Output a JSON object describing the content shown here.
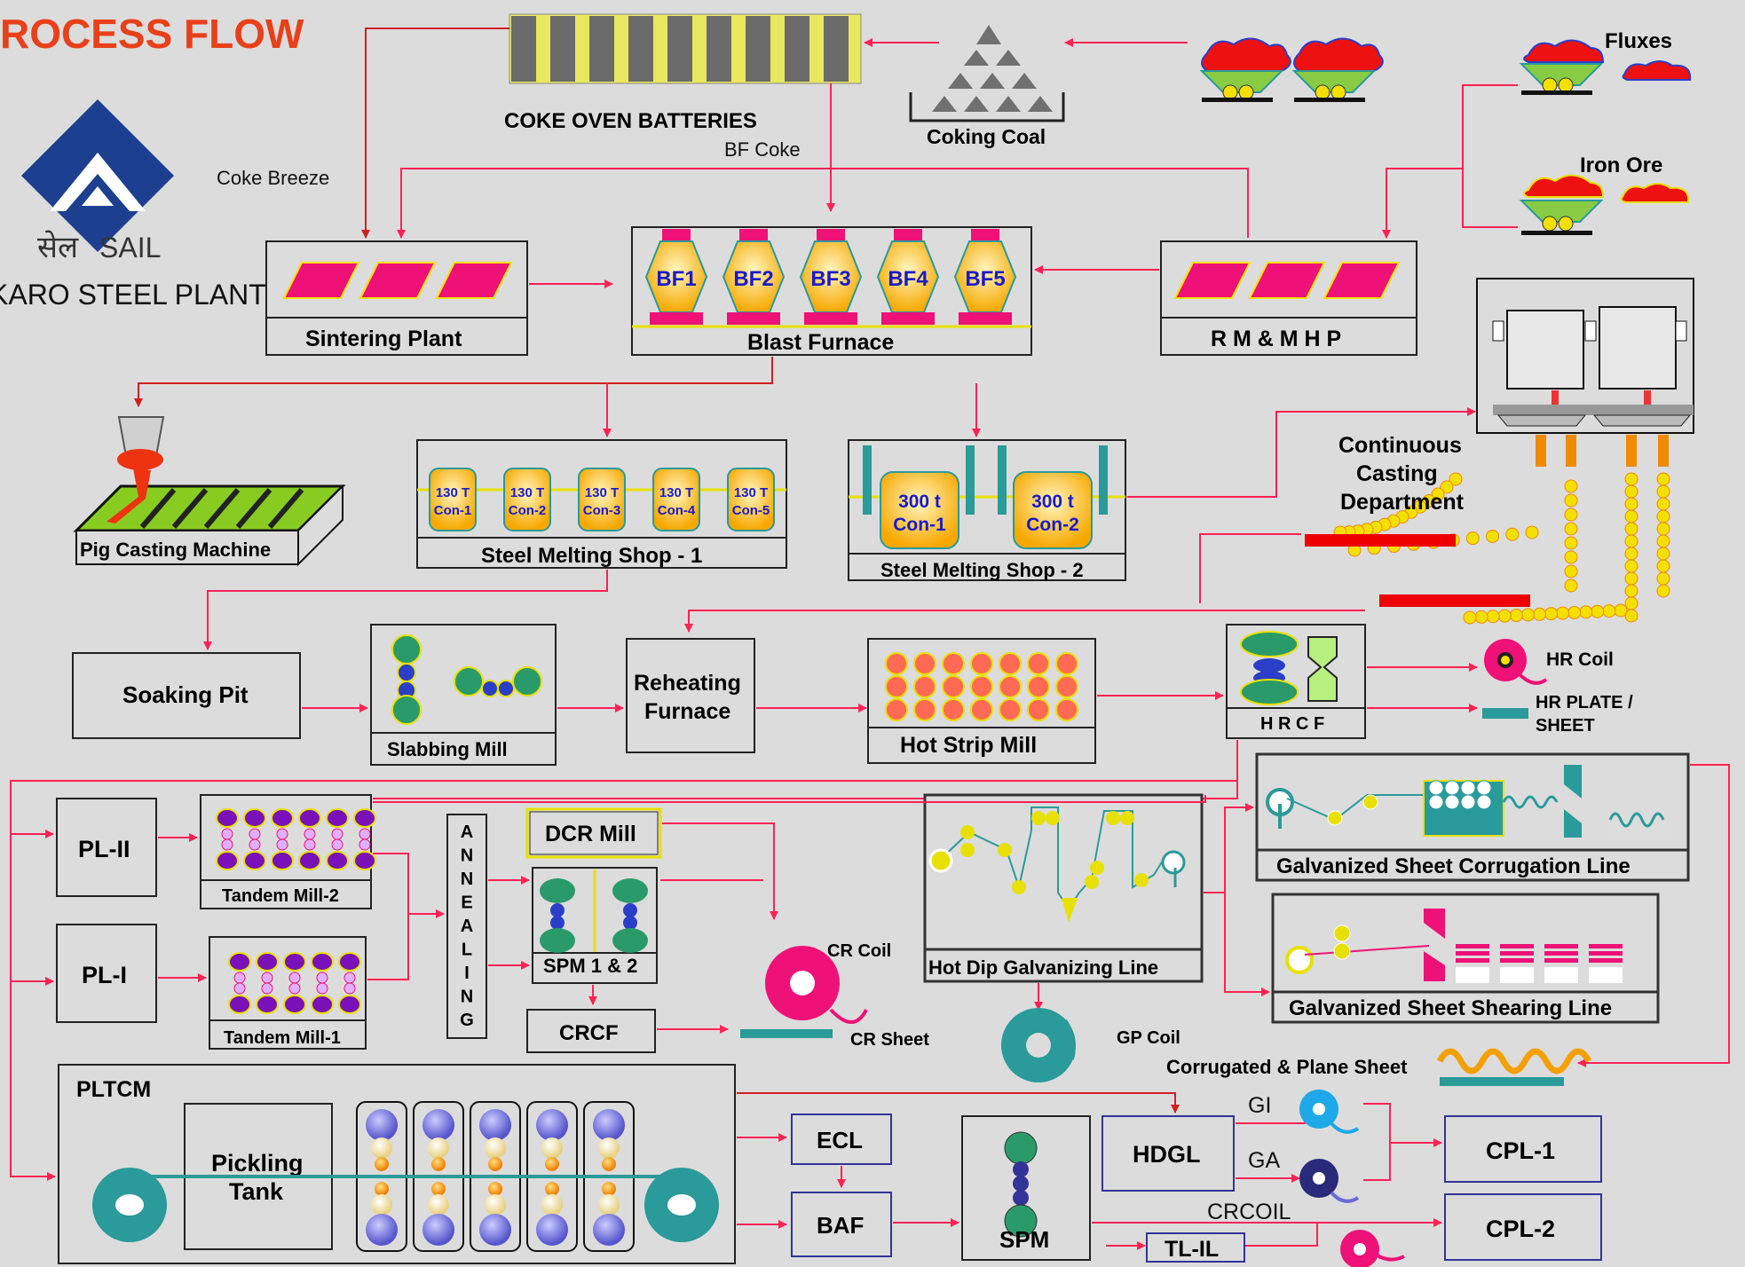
{
  "header": {
    "title": "ROCESS FLOW",
    "logo_hindi": "सेल",
    "logo_english": "SAIL",
    "plant_name": "KARO STEEL PLANT"
  },
  "colors": {
    "background": "#dcdcdc",
    "title_red": "#e8401a",
    "flow_arrow": "#ff2255",
    "logo_blue": "#1c3f8f",
    "magenta": "#ee1177",
    "bf_text": "#1a1ac8",
    "furnace_gold": "#ffc83c",
    "teal": "#2a9a9a"
  },
  "raw_materials": {
    "coke_oven": "COKE OVEN BATTERIES",
    "bf_coke": "BF Coke",
    "coking_coal": "Coking Coal",
    "coke_breeze": "Coke Breeze",
    "fluxes": "Fluxes",
    "iron_ore": "Iron Ore"
  },
  "units": {
    "sintering": "Sintering Plant",
    "blast_furnace": "Blast Furnace",
    "bf_labels": [
      "BF1",
      "BF2",
      "BF3",
      "BF4",
      "BF5"
    ],
    "rmmhp": "R M & M H P",
    "pig_casting": "Pig Casting Machine",
    "sms1": "Steel Melting Shop - 1",
    "sms1_converters": [
      {
        "t": "130 T",
        "c": "Con-1"
      },
      {
        "t": "130 T",
        "c": "Con-2"
      },
      {
        "t": "130 T",
        "c": "Con-3"
      },
      {
        "t": "130 T",
        "c": "Con-4"
      },
      {
        "t": "130 T",
        "c": "Con-5"
      }
    ],
    "sms2": "Steel Melting Shop - 2",
    "sms2_converters": [
      {
        "t": "300 t",
        "c": "Con-1"
      },
      {
        "t": "300 t",
        "c": "Con-2"
      }
    ],
    "ccd_lines": [
      "Continuous",
      "Casting",
      "Department"
    ],
    "soaking_pit": "Soaking Pit",
    "slabbing_mill": "Slabbing Mill",
    "reheating_lines": [
      "Reheating",
      "Furnace"
    ],
    "hot_strip_mill": "Hot Strip Mill",
    "hrcf": "H R C F",
    "hr_coil": "HR Coil",
    "hr_plate_lines": [
      "HR PLATE /",
      "SHEET"
    ],
    "pl2": "PL-II",
    "pl1": "PL-I",
    "tandem2": "Tandem Mill-2",
    "tandem1": "Tandem Mill-1",
    "annealing_letters": [
      "A",
      "N",
      "N",
      "E",
      "A",
      "L",
      "I",
      "N",
      "G"
    ],
    "dcr_mill": "DCR Mill",
    "spm12": "SPM 1 & 2",
    "crcf": "CRCF",
    "cr_coil": "CR Coil",
    "cr_sheet": "CR Sheet",
    "hdgl_line": "Hot Dip Galvanizing Line",
    "gp_coil": "GP Coil",
    "gscl": "Galvanized Sheet Corrugation Line",
    "gssl": "Galvanized Sheet Shearing Line",
    "corrugated": "Corrugated & Plane Sheet",
    "pltcm": "PLTCM",
    "pickling_lines": [
      "Pickling",
      "Tank"
    ],
    "ecl": "ECL",
    "baf": "BAF",
    "spm": "SPM",
    "hdgl": "HDGL",
    "gi": "GI",
    "ga": "GA",
    "crcoil": "CRCOIL",
    "tlil": "TL-IL",
    "cpl1": "CPL-1",
    "cpl2": "CPL-2"
  }
}
